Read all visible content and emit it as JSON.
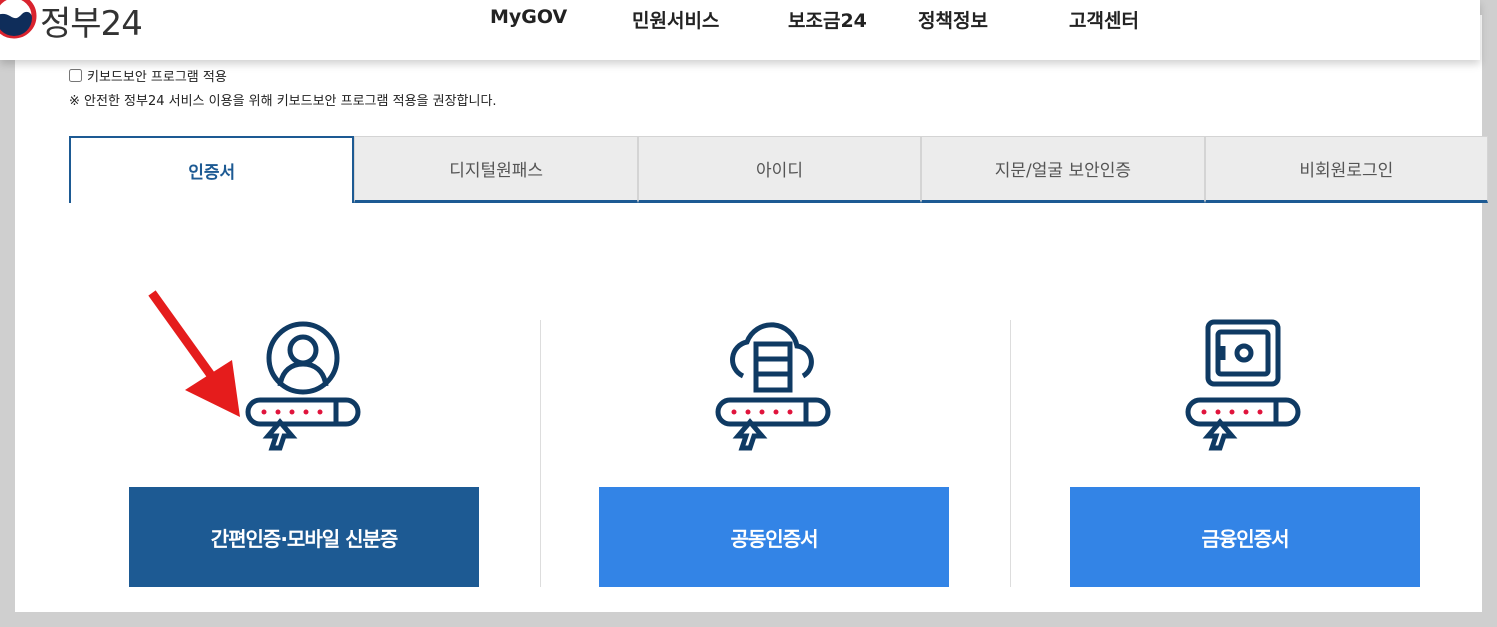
{
  "header": {
    "logo_text": "정부24",
    "nav": [
      "MyGOV",
      "민원서비스",
      "보조금24",
      "정책정보",
      "고객센터"
    ]
  },
  "keyboard_security": {
    "label": "키보드보안 프로그램 적용",
    "checked": false,
    "note": "※ 안전한 정부24 서비스 이용을 위해 키보드보안 프로그램 적용을 권장합니다."
  },
  "tabs": [
    {
      "label": "인증서",
      "active": true
    },
    {
      "label": "디지털원패스"
    },
    {
      "label": "아이디"
    },
    {
      "label": "지문/얼굴 보안인증"
    },
    {
      "label": "비회원로그인"
    }
  ],
  "options": [
    {
      "label": "간편인증·모바일 신분증",
      "icon": "user-password-icon",
      "color": "#1d5a93"
    },
    {
      "label": "공동인증서",
      "icon": "cloud-server-password-icon",
      "color": "#3384e6"
    },
    {
      "label": "금융인증서",
      "icon": "safe-password-icon",
      "color": "#3384e6"
    }
  ],
  "colors": {
    "primary": "#1d5a93",
    "accent": "#3384e6",
    "annotation_arrow": "#e51c1c"
  }
}
